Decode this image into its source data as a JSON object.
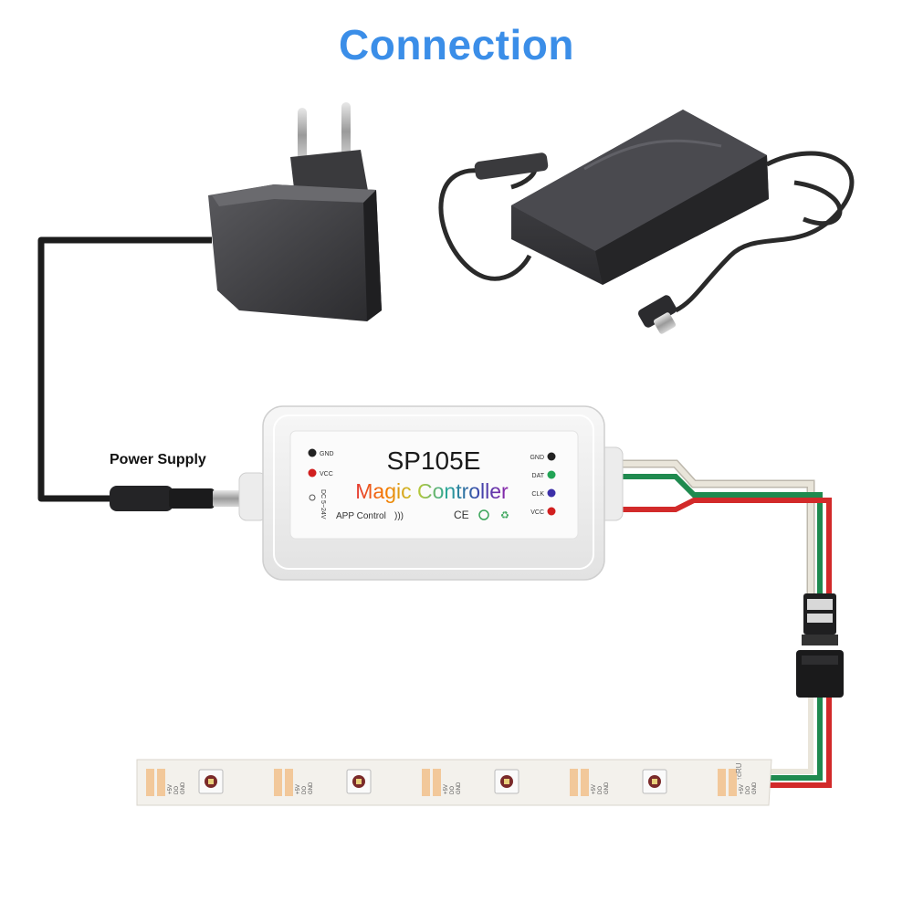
{
  "title": "Connection",
  "power_label": "Power Supply",
  "controller": {
    "model": "SP105E",
    "name": "Magic Controller",
    "app_label": "APP Control",
    "input_pins": [
      "GND",
      "VCC"
    ],
    "voltage": "DC 5~24V",
    "output_pins": [
      "GND",
      "DAT",
      "CLK",
      "VCC"
    ],
    "cert": "CE"
  },
  "strip": {
    "pad_labels": [
      "+5V",
      "DO",
      "GND"
    ],
    "end_label": "↑cRU"
  },
  "colors": {
    "title": "#3b8ee8",
    "wire_white": "#e9e5da",
    "wire_green": "#1f8a4f",
    "wire_red": "#d22a2a",
    "pin_gnd": "#222222",
    "pin_dat": "#22a455",
    "pin_clk": "#3c2fa8",
    "pin_vcc": "#d11f1f"
  },
  "icons": [
    "wall-adapter-icon",
    "laptop-adapter-icon",
    "dc-plug-icon",
    "led-strip-icon",
    "connector-icon"
  ]
}
